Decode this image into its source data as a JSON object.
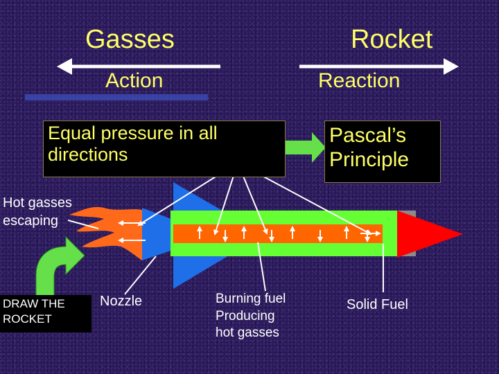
{
  "title": {
    "left": "Gasses",
    "right": "Rocket"
  },
  "subtitle": {
    "left": "Action",
    "right": "Reaction"
  },
  "boxes": {
    "pressure": [
      "Equal pressure in all",
      "directions"
    ],
    "pascal": [
      "Pascal’s",
      "Principle"
    ]
  },
  "labels": {
    "hot_gasses": [
      "Hot gasses",
      "escaping"
    ],
    "draw": [
      "DRAW THE",
      "ROCKET"
    ],
    "nozzle": "Nozzle",
    "burning": [
      "Burning fuel",
      "Producing",
      "hot gasses"
    ],
    "solid": "Solid Fuel"
  },
  "colors": {
    "text_yellow": "#ffff66",
    "arrow_white": "#ffffff",
    "nozzle_blue": "#1e6fe8",
    "fuel_green": "#66ff33",
    "combustion_orange": "#ff6600",
    "nose_red": "#ff0000",
    "flame_orange": "#ff6a1a",
    "pointer_green": "#66e04a"
  }
}
